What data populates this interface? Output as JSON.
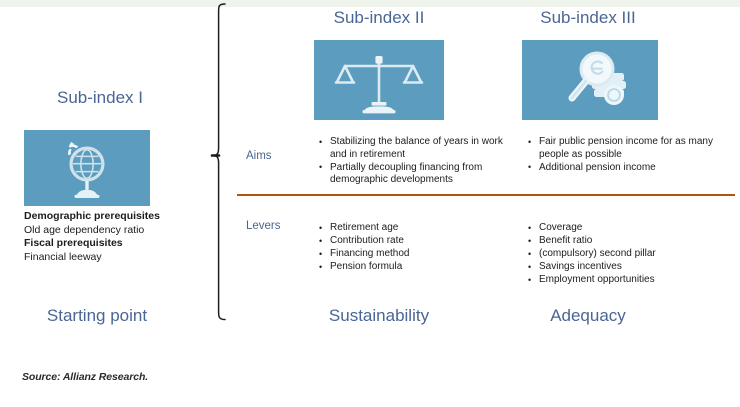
{
  "colors": {
    "tile_blue": "#5b9cbf",
    "heading_blue": "#4a6694",
    "rule_orange": "#b4530f",
    "top_band": "#eef3ec",
    "body_text": "#1c1c1c"
  },
  "top_band": {
    "label": "decorative-band"
  },
  "columns": {
    "sub_index_1": {
      "heading": "Sub-index I",
      "icon": "globe-icon",
      "footer": "Starting point",
      "prerequisites": [
        {
          "text": "Demographic prerequisites",
          "bold": true
        },
        {
          "text": "Old age dependency ratio",
          "bold": false
        },
        {
          "text": "Fiscal prerequisites",
          "bold": true
        },
        {
          "text": "Financial leeway",
          "bold": false
        }
      ]
    },
    "sub_index_2": {
      "heading": "Sub-index II",
      "icon": "scales-balance-icon",
      "footer": "Sustainability",
      "aims": [
        "Stabilizing the balance of years in work and in retirement",
        "Partially decoupling financing from demographic developments"
      ],
      "levers": [
        "Retirement age",
        "Contribution rate",
        "Financing method",
        "Pension formula"
      ]
    },
    "sub_index_3": {
      "heading": "Sub-index III",
      "icon": "magnifier-coins-icon",
      "footer": "Adequacy",
      "aims": [
        "Fair public pension income for as many people as possible",
        "Additional pension income"
      ],
      "levers": [
        "Coverage",
        "Benefit ratio",
        "(compulsory) second pillar",
        "Savings incentives",
        "Employment opportunities"
      ]
    }
  },
  "row_labels": {
    "aims": "Aims",
    "levers": "Levers"
  },
  "brace": {
    "name": "curly-brace"
  },
  "divider": {
    "name": "orange-divider"
  },
  "source": "Source: Allianz Research."
}
